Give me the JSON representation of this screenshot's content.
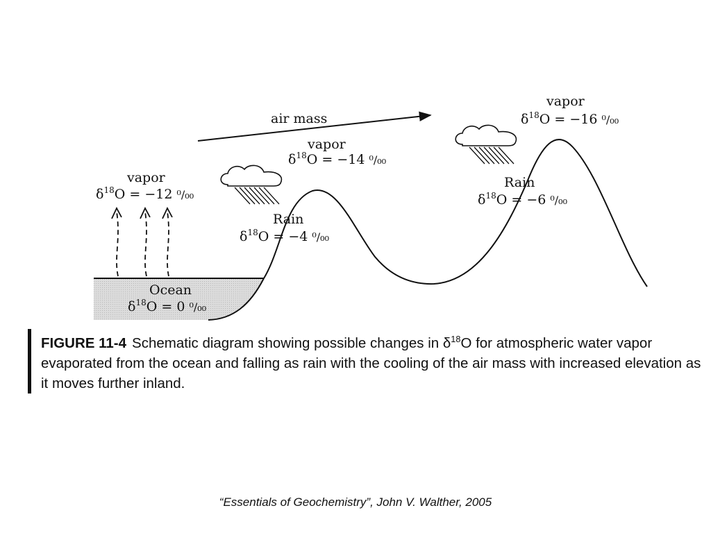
{
  "labels": {
    "air_mass": "air mass",
    "vapor": "vapor",
    "rain": "Rain",
    "ocean": "Ocean",
    "delta": "δ",
    "isotope_mass": "18",
    "element": "O",
    "per_mil": "⁰/₀₀"
  },
  "values": {
    "vapor_ocean": "= −12",
    "vapor_hill1": "= −14",
    "vapor_hill2": "= −16",
    "rain_hill1": "= −4",
    "rain_hill2": "= −6",
    "ocean": "= 0"
  },
  "caption": {
    "figure_label": "FIGURE 11-4",
    "text_part1": "Schematic diagram showing possible changes in δ",
    "text_sup": "18",
    "text_part2": "O for atmospheric water vapor evaporated from the ocean and falling as rain with the cooling of the air mass with increased elevation as it moves further inland."
  },
  "citation": "“Essentials of Geochemistry”, John V. Walther, 2005",
  "icons": [
    "cloud-icon",
    "rain-icon",
    "evaporation-arrow-icon",
    "air-mass-arrow-icon"
  ],
  "colors": {
    "ink": "#111111",
    "ocean_fill": "#d6d6d6"
  }
}
